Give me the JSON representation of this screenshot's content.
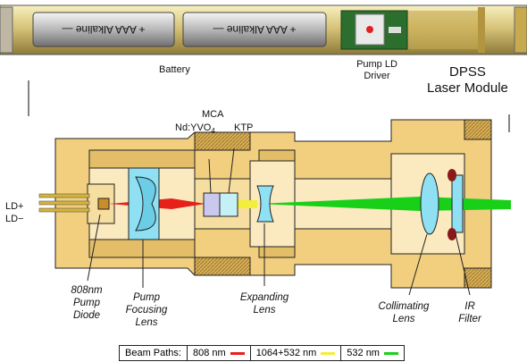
{
  "battery": {
    "cell_text": "+ AAA Alkaline —",
    "label": "Battery"
  },
  "pump_driver_label": "Pump LD Driver",
  "module_title": [
    "DPSS",
    "Laser Module"
  ],
  "components": {
    "ld_plus": "LD+",
    "ld_minus": "LD−",
    "mca": "MCA",
    "crystal_base": "Nd:YVO",
    "crystal_sub": "4",
    "ktp": "KTP",
    "pump_diode": [
      "808nm",
      "Pump",
      "Diode"
    ],
    "focusing_lens": [
      "Pump",
      "Focusing",
      "Lens"
    ],
    "expanding_lens": [
      "Expanding",
      "Lens"
    ],
    "collimating_lens": [
      "Collimating",
      "Lens"
    ],
    "ir_filter": [
      "IR",
      "Filter"
    ]
  },
  "legend": {
    "title": "Beam Paths:",
    "items": [
      {
        "label": "808 nm",
        "color": "#e8201a"
      },
      {
        "label": "1064+532 nm",
        "color": "#f2ee3a"
      },
      {
        "label": "532 nm",
        "color": "#19d019"
      }
    ]
  },
  "colors": {
    "housing": "#f1cf7e",
    "housing_dark": "#d9ae56",
    "lens": "#8ee0f2",
    "laser_red": "#e8201a",
    "laser_green": "#19d019",
    "laser_yellow": "#f2ee3a"
  }
}
